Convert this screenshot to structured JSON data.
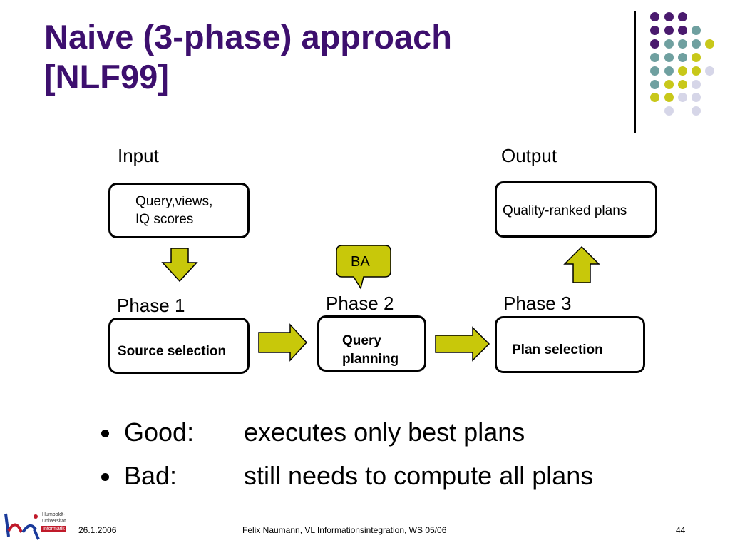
{
  "slide": {
    "title_line1": "Naive  (3-phase) approach",
    "title_line2": "[NLF99]"
  },
  "diagram": {
    "input_label": "Input",
    "output_label": "Output",
    "input_box_line1": "Query,views,",
    "input_box_line2": "IQ scores",
    "output_box": "Quality-ranked plans",
    "callout": "BA",
    "phase1_label": "Phase 1",
    "phase2_label": "Phase 2",
    "phase3_label": "Phase 3",
    "phase1_box": "Source selection",
    "phase2_box_line1": "Query",
    "phase2_box_line2": "planning",
    "phase3_box": "Plan selection"
  },
  "bullets": [
    {
      "key": "Good:",
      "text": "executes only best plans"
    },
    {
      "key": "Bad:",
      "text": "still needs to compute all plans"
    }
  ],
  "footer": {
    "date": "26.1.2006",
    "center": "Felix Naumann, VL Informationsintegration, WS 05/06",
    "page": "44"
  },
  "logo": {
    "line1": "Humboldt-",
    "line2": "Universität",
    "line3": "Informatik"
  },
  "colors": {
    "title": "#3d0f6e",
    "arrow_fill": "#c8c80a",
    "dot_purple": "#4a1a6e",
    "dot_teal": "#6fa0a0",
    "dot_yellow": "#c8c81a",
    "dot_lavender": "#d6d6e8"
  }
}
